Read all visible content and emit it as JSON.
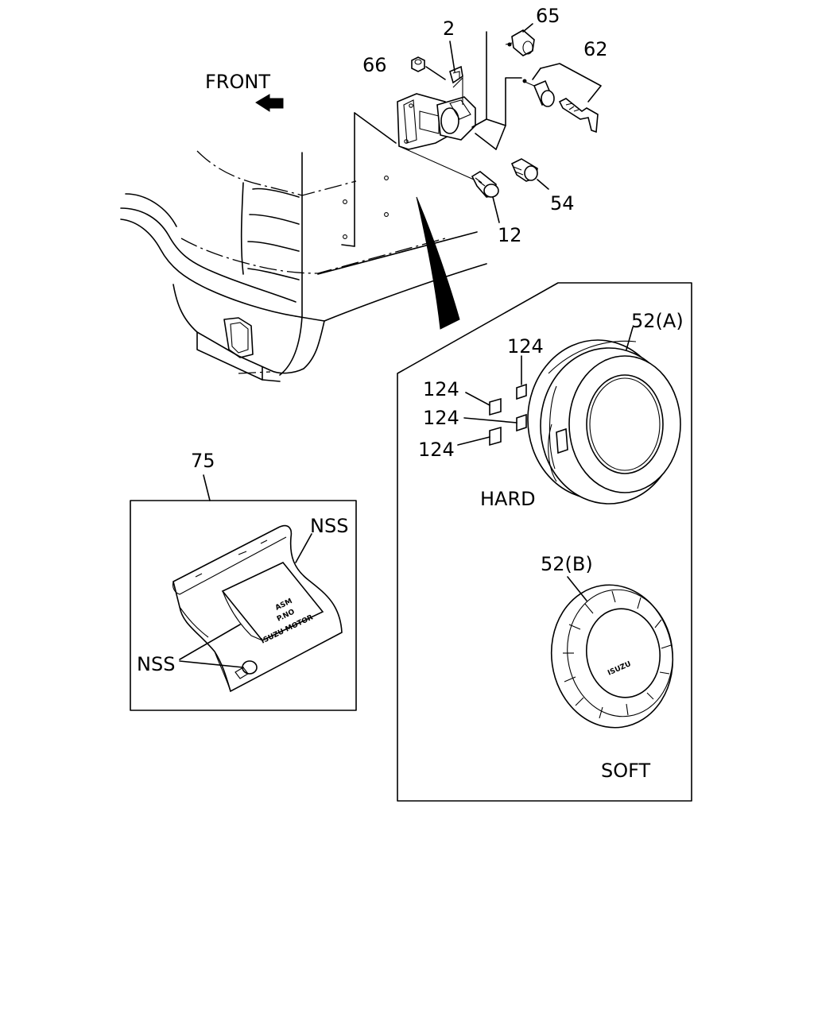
{
  "labels": {
    "front": "FRONT",
    "part_2": "2",
    "part_65": "65",
    "part_66": "66",
    "part_62": "62",
    "part_54": "54",
    "part_12": "12",
    "part_52a": "52(A)",
    "part_124_top": "124",
    "part_124_a": "124",
    "part_124_b": "124",
    "part_124_c": "124",
    "hard": "HARD",
    "part_52b": "52(B)",
    "soft": "SOFT",
    "part_75": "75",
    "nss_top": "NSS",
    "nss_bottom": "NSS"
  },
  "label_plate": {
    "line1": "ASM",
    "line2": "P.NO",
    "line3": "ISUZU MOTOR"
  },
  "cover_logo": "ISUZU"
}
